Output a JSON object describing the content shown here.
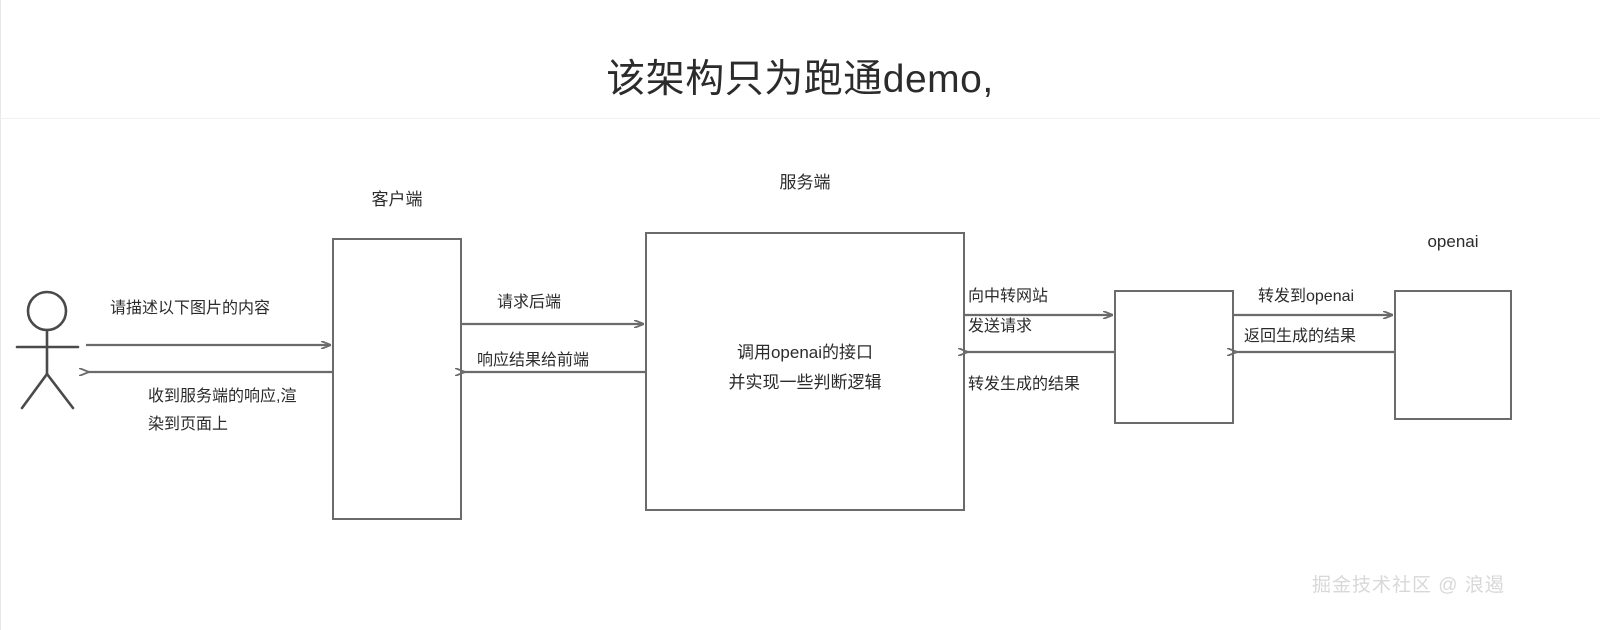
{
  "title": "该架构只为跑通demo,",
  "watermark": "掘金技术社区 @ 浪遏",
  "nodes": {
    "user": {
      "name": "stick-figure-user"
    },
    "client": {
      "label": "客户端",
      "body": ""
    },
    "server": {
      "label": "服务端",
      "body_line1": "调用openai的接口",
      "body_line2": "并实现一些判断逻辑"
    },
    "relay": {
      "label": "",
      "body": ""
    },
    "openai": {
      "label": "openai",
      "body": ""
    }
  },
  "flows": {
    "user_to_client": "请描述以下图片的内容",
    "client_to_user_line1": "收到服务端的响应,渲",
    "client_to_user_line2": "染到页面上",
    "client_to_server": "请求后端",
    "server_to_client": "响应结果给前端",
    "server_to_relay_line1": "向中转网站",
    "server_to_relay_line2": "发送请求",
    "relay_to_server": "转发生成的结果",
    "relay_to_openai": "转发到openai",
    "openai_to_relay": "返回生成的结果"
  },
  "colors": {
    "stroke": "#6b6b6b",
    "text": "#2b2b2b",
    "watermark": "#d8d8d8",
    "background": "#ffffff"
  }
}
